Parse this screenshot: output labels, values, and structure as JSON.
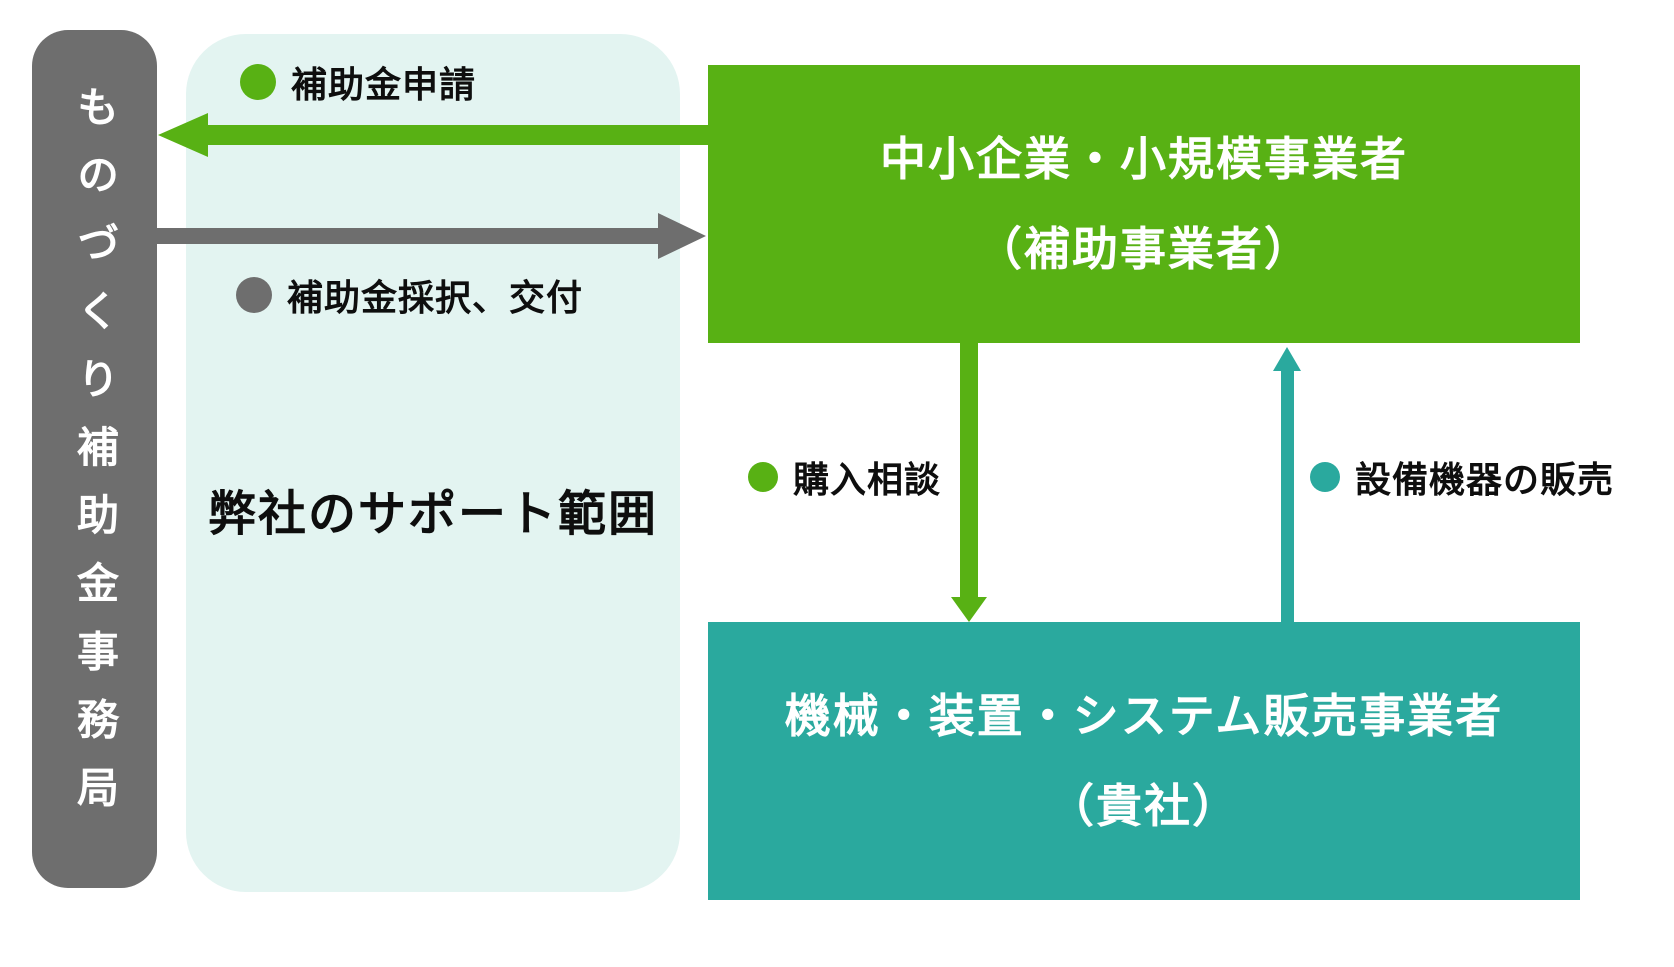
{
  "diagram": {
    "office_label": "ものづくり補助金事務局",
    "support_scope_label": "弊社のサポート範囲",
    "sme_box": {
      "line1": "中小企業・小規模事業者",
      "line2": "（補助事業者）"
    },
    "vendor_box": {
      "line1": "機械・装置・システム販売事業者",
      "line2": "（貴社）"
    },
    "flow_labels": {
      "application": "補助金申請",
      "grant": "補助金採択、交付",
      "consultation": "購入相談",
      "sales": "設備機器の販売"
    },
    "colors": {
      "green": "#58B114",
      "teal": "#2AA99E",
      "gray": "#6E6E6E",
      "mint": "#E3F4F1",
      "text_dark": "#0E0E0E",
      "text_light": "#FFFFFF"
    }
  }
}
